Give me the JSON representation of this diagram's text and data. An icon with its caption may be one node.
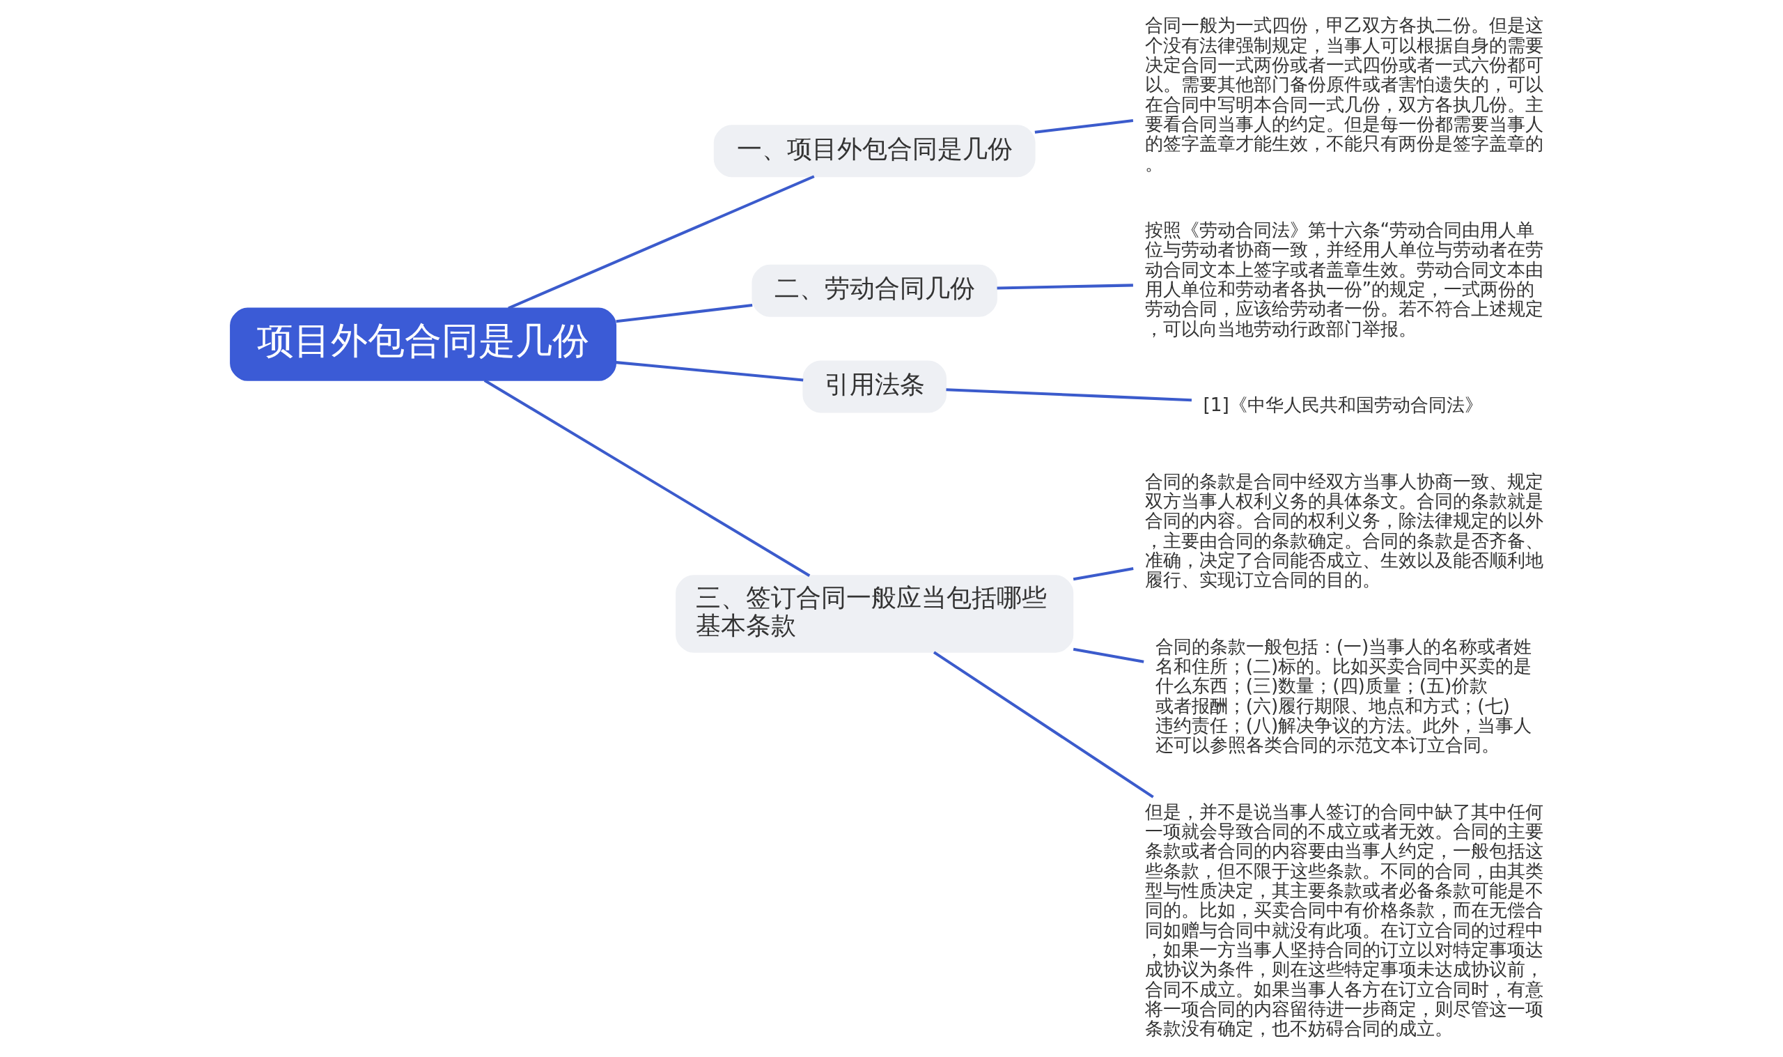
{
  "diagram": {
    "nodes": [
      {
        "text": [
          "项目外包合同是几份"
        ]
      },
      {
        "text": [
          "一、项目外包合同是几份"
        ]
      },
      {
        "text": [
          "合同一般为一式四份，甲乙双方各执二份。但是这个没有法律强制规定，当事人可以根据自身的需要决定合同一式两份或者一式四份或者一式六份都可以。需要其他部门备份原件或者害怕遗失的，可以在合同中写明本合同一式几份，双方各执几份。主要看合同当事人的约定。但是每一份都需要当事人的签字盖章才能生效，不能只有两份是签字盖章的。"
        ]
      },
      {
        "text": [
          "二、劳动合同几份"
        ]
      },
      {
        "text": [
          "按照《劳动合同法》第十六条“劳动合同由用人单位与劳动者协商一致，并经用人单位与劳动者在劳动合同文本上签字或者盖章生效。劳动合同文本由用人单位和劳动者各执一份”的规定，一式两份的劳动合同，应该给劳动者一份。若不符合上述规定，可以向当地劳动行政部门举报。"
        ]
      },
      {
        "text": [
          "引用法条"
        ]
      },
      {
        "text": [
          "[1]《中华人民共和国劳动合同法》"
        ]
      },
      {
        "text": [
          "三、签订合同一般应当包括哪些基本条款"
        ]
      },
      {
        "text": [
          "合同的条款是合同中经双方当事人协商一致、规定双方当事人权利义务的具体条文。合同的条款就是合同的内容。合同的权利义务，除法律规定的以外，主要由合同的条款确定。合同的条款是否齐备、准确，决定了合同能否成立、生效以及能否顺利地履行、实现订立合同的目的。"
        ]
      },
      {
        "text": [
          "合同的条款一般包括：(一)当事人的名称或者姓名和住所；(二)标的。比如买卖合同中买卖的是什么东西；(三)数量；(四)质量；(五)价款或者报酬；(六)履行期限、地点和方式；(七)违约责任；(八)解决争议的方法。此外，当事人还可以参照各类合同的示范文本订立合同。"
        ]
      },
      {
        "text": [
          "但是，并不是说当事人签订的合同中缺了其中任何一项就会导致合同的不成立或者无效。合同的主要条款或者合同的内容要由当事人约定，一般包括这些条款，但不限于这些条款。不同的合同，由其类型与性质决定，其主要条款或者必备条款可能是不同的。比如，买卖合同中有价格条款，而在无偿合同如赠与合同中就没有此项。在订立合同的过程中，如果一方当事人坚持合同的订立以对特定事项达成协议为条件，则在这些特定事项未达成协议前，合同不成立。如果当事人各方在订立合同时，有意将一项合同的内容留待进一步商定，则尽管这一项条款没有确定，也不妨碍合同的成立。"
        ]
      }
    ],
    "edges": [
      {
        "from": 0,
        "to": 1,
        "arrow": "none"
      },
      {
        "from": 1,
        "to": 2,
        "arrow": "none"
      },
      {
        "from": 0,
        "to": 3,
        "arrow": "none"
      },
      {
        "from": 3,
        "to": 4,
        "arrow": "none"
      },
      {
        "from": 0,
        "to": 5,
        "arrow": "none"
      },
      {
        "from": 5,
        "to": 6,
        "arrow": "none"
      },
      {
        "from": 0,
        "to": 7,
        "arrow": "none"
      },
      {
        "from": 7,
        "to": 8,
        "arrow": "none"
      },
      {
        "from": 7,
        "to": 9,
        "arrow": "none"
      },
      {
        "from": 7,
        "to": 10,
        "arrow": "none"
      }
    ]
  }
}
